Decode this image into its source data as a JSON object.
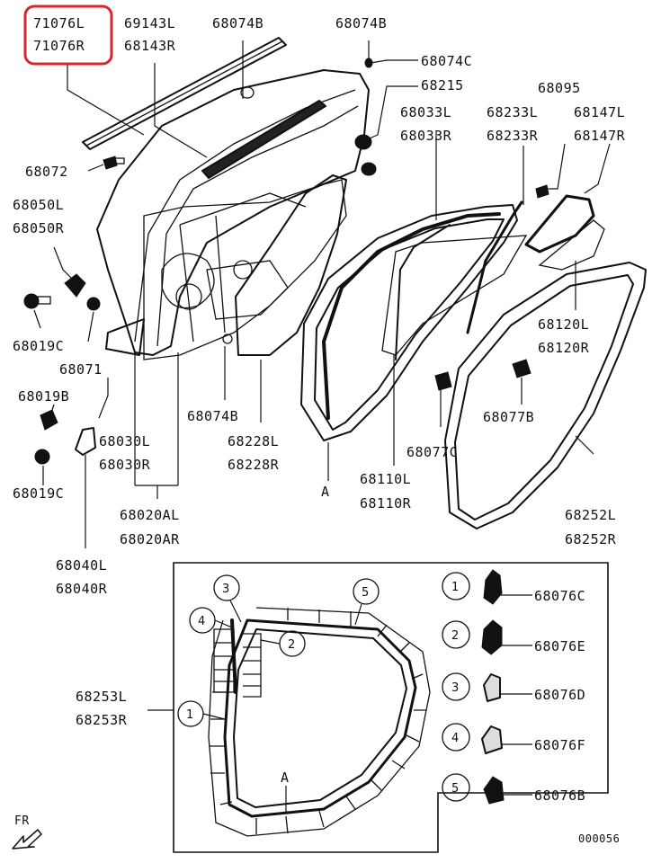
{
  "highlight_color": "#d8262b",
  "parts": {
    "p71076l": "71076L",
    "p71076r": "71076R",
    "p69143l": "69143L",
    "p68143r": "68143R",
    "p68074b_a": "68074B",
    "p68074b_b": "68074B",
    "p68074c": "68074C",
    "p68215": "68215",
    "p68095": "68095",
    "p68033l": "68033L",
    "p68033r": "68033R",
    "p68233l": "68233L",
    "p68233r": "68233R",
    "p68147l": "68147L",
    "p68147r": "68147R",
    "p68072": "68072",
    "p68050l": "68050L",
    "p68050r": "68050R",
    "p68019c_a": "68019C",
    "p68071": "68071",
    "p68019b": "68019B",
    "p68019c_b": "68019C",
    "p68074b_c": "68074B",
    "p68228l": "68228L",
    "p68228r": "68228R",
    "p68030l": "68030L",
    "p68030r": "68030R",
    "p68020al": "68020AL",
    "p68020ar": "68020AR",
    "p68040l": "68040L",
    "p68040r": "68040R",
    "p68120l": "68120L",
    "p68120r": "68120R",
    "p68077b": "68077B",
    "p68077c": "68077C",
    "p68110l": "68110L",
    "p68110r": "68110R",
    "p68252l": "68252L",
    "p68252r": "68252R",
    "pointA_top": "A",
    "pointA_inset": "A",
    "p68253l": "68253L",
    "p68253r": "68253R",
    "clip1": "68076C",
    "clip2": "68076E",
    "clip3": "68076D",
    "clip4": "68076F",
    "clip5": "68076B",
    "fr": "FR",
    "diagram_code": "000056"
  },
  "callouts": {
    "c1": "1",
    "c2": "2",
    "c3": "3",
    "c4": "4",
    "c5": "5",
    "i1": "1",
    "i2": "2",
    "i3": "3",
    "i4": "4",
    "i5": "5"
  }
}
